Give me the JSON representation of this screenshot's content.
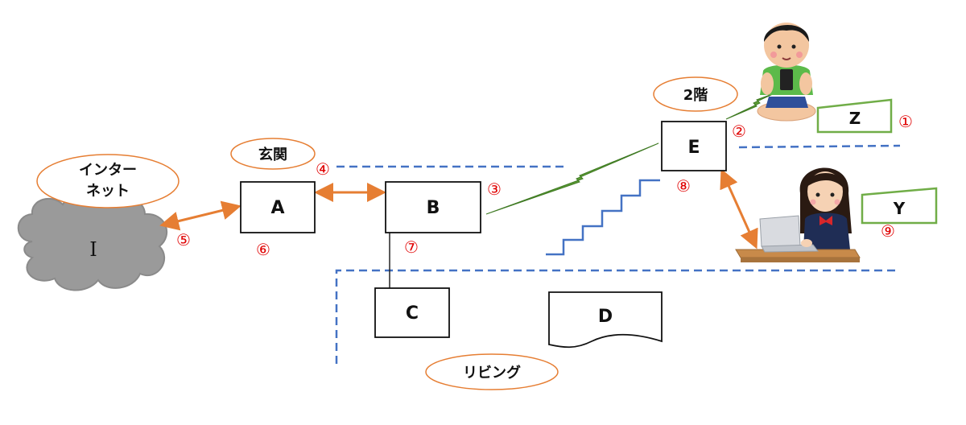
{
  "nodes": {
    "a": "A",
    "b": "B",
    "c": "C",
    "d": "D",
    "e": "E",
    "i": "I",
    "y": "Y",
    "z": "Z"
  },
  "areas": {
    "internet_line1": "インター",
    "internet_line2": "ネット",
    "entrance": "玄関",
    "second_floor": "2階",
    "living": "リビング"
  },
  "markers": {
    "m1": "①",
    "m2": "②",
    "m3": "③",
    "m4": "④",
    "m5": "⑤",
    "m6": "⑥",
    "m7": "⑦",
    "m8": "⑧",
    "m9": "⑨"
  },
  "colors": {
    "wired_link": "#e67e33",
    "wireless_link": "#5e9e35",
    "area_boundary": "#4472c4",
    "stairs": "#4472c4",
    "marker": "#e00000",
    "cloud": "#9a9a9a",
    "device_box_border": "#70ad47"
  },
  "icons": {
    "boy_with_phone": "boy-with-phone-icon",
    "girl_at_laptop": "girl-at-laptop-icon"
  }
}
